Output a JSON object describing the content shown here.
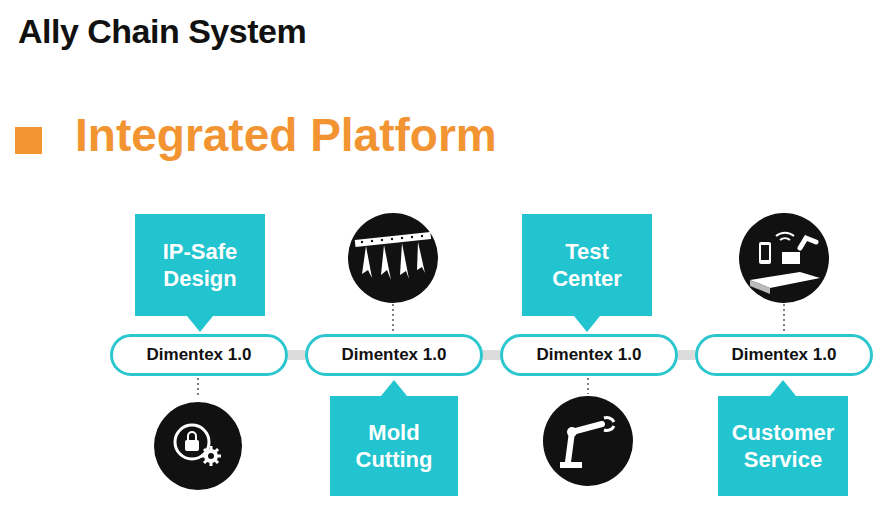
{
  "diagram": {
    "title": "Ally Chain System",
    "nodes": [
      {
        "text": [
          "Dimentex 1.0"
        ]
      },
      {
        "text": [
          "Dimentex 1.0"
        ]
      },
      {
        "text": [
          "Dimentex 1.0"
        ]
      },
      {
        "text": [
          "Dimentex 1.0"
        ]
      },
      {
        "text": [
          "IP-Safe Design"
        ]
      },
      {
        "text": [
          "Mold Cutting"
        ]
      },
      {
        "text": [
          "Test Center"
        ]
      },
      {
        "text": [
          "Customer Service"
        ]
      }
    ],
    "edges": [
      {
        "from": 0,
        "to": 1,
        "arrow": "none"
      },
      {
        "from": 1,
        "to": 2,
        "arrow": "none"
      },
      {
        "from": 2,
        "to": 3,
        "arrow": "none"
      }
    ],
    "labels": [
      "Integrated Platform"
    ]
  }
}
